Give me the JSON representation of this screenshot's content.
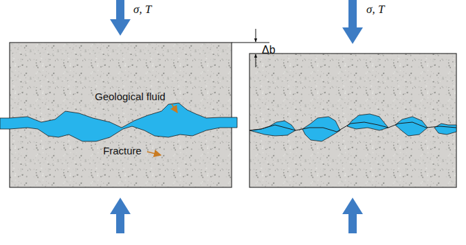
{
  "diagram": {
    "labels": [
      "σ, T",
      "Δb",
      "σ, T",
      "Geological fluid",
      "Fracture"
    ]
  }
}
